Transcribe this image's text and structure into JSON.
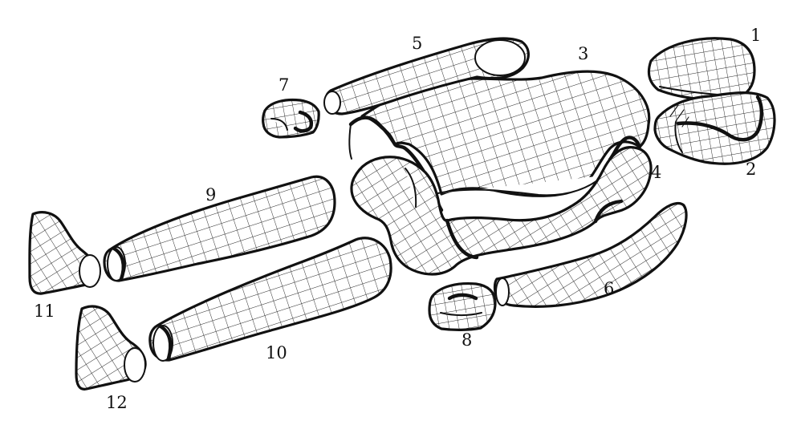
{
  "diagram": {
    "labels": {
      "part_1": "1",
      "part_2": "2",
      "part_3": "3",
      "part_4": "4",
      "part_5": "5",
      "part_6": "6",
      "part_7": "7",
      "part_8": "8",
      "part_9": "9",
      "part_10": "10",
      "part_11": "11",
      "part_12": "12"
    },
    "line_color": "#111111",
    "background_color": "#ffffff"
  }
}
